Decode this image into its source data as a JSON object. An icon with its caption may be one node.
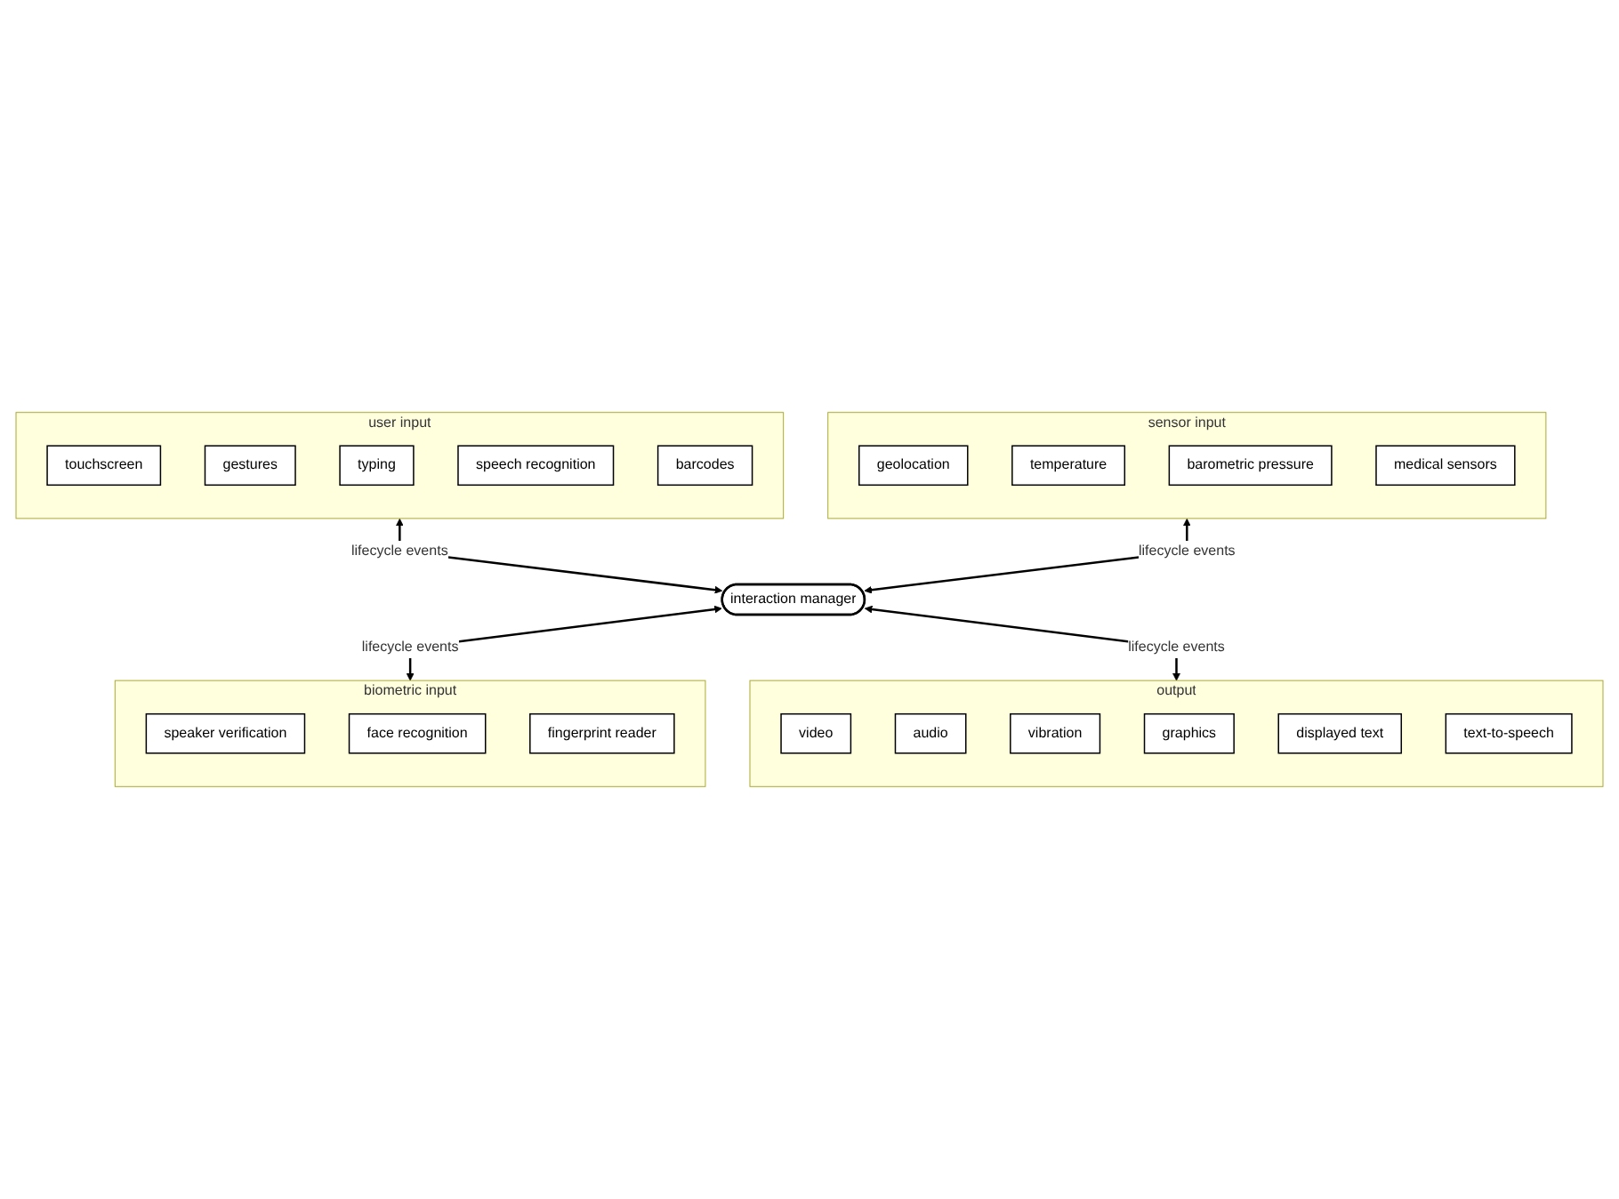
{
  "diagram": {
    "nodes": [
      {
        "text": [
          "user input"
        ]
      },
      {
        "text": [
          "touchscreen"
        ],
        "in": 0
      },
      {
        "text": [
          "gestures"
        ],
        "in": 0
      },
      {
        "text": [
          "typing"
        ],
        "in": 0
      },
      {
        "text": [
          "speech recognition"
        ],
        "in": 0
      },
      {
        "text": [
          "barcodes"
        ],
        "in": 0
      },
      {
        "text": [
          "interaction manager"
        ]
      },
      {
        "text": [
          "output"
        ]
      },
      {
        "text": [
          "video"
        ],
        "in": 7
      },
      {
        "text": [
          "audio"
        ],
        "in": 7
      },
      {
        "text": [
          "vibration"
        ],
        "in": 7
      },
      {
        "text": [
          "graphics"
        ],
        "in": 7
      },
      {
        "text": [
          "displayed text"
        ],
        "in": 7
      },
      {
        "text": [
          "text-to-speech"
        ],
        "in": 7
      },
      {
        "text": [
          "sensor input"
        ]
      },
      {
        "text": [
          "geolocation"
        ],
        "in": 14
      },
      {
        "text": [
          "temperature"
        ],
        "in": 14
      },
      {
        "text": [
          "barometric pressure"
        ],
        "in": 14
      },
      {
        "text": [
          "medical sensors"
        ],
        "in": 14
      },
      {
        "text": [
          "biometric input"
        ]
      },
      {
        "text": [
          "speaker verification"
        ],
        "in": 19
      },
      {
        "text": [
          "face recognition"
        ],
        "in": 19
      },
      {
        "text": [
          "fingerprint reader"
        ],
        "in": 19
      }
    ],
    "edges": [
      {
        "from": 0,
        "to": 6,
        "arrow": "both",
        "label": "lifecycle events"
      },
      {
        "from": 14,
        "to": 6,
        "arrow": "both",
        "label": "lifecycle events"
      },
      {
        "from": 6,
        "to": 19,
        "arrow": "both",
        "label": "lifecycle events"
      },
      {
        "from": 6,
        "to": 7,
        "arrow": "both",
        "label": "lifecycle events"
      }
    ]
  }
}
